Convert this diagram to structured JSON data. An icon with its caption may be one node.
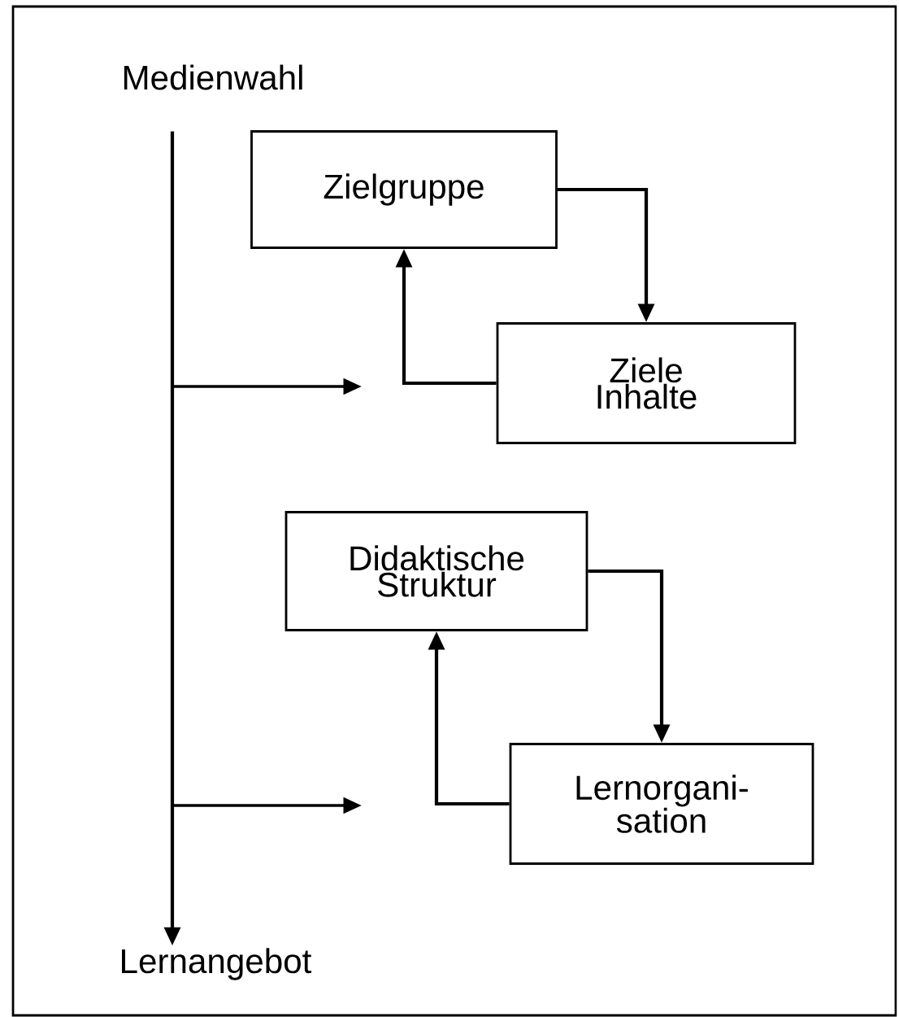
{
  "diagram": {
    "nodes": [
      {
        "text": [
          "Medienwahl"
        ]
      },
      {
        "text": [
          "Lernangebot"
        ]
      },
      {
        "text": [
          "Zielgruppe"
        ]
      },
      {
        "text": [
          "Ziele Inhalte"
        ]
      },
      {
        "text": [
          "Didaktische Struktur"
        ]
      },
      {
        "text": [
          "Lernorgani- sation"
        ]
      }
    ],
    "edges": [
      {
        "from": 0,
        "to": 1,
        "arrow": "to"
      },
      {
        "from": 2,
        "to": 3,
        "arrow": "to"
      },
      {
        "from": 3,
        "to": 2,
        "arrow": "to"
      },
      {
        "from": 4,
        "to": 5,
        "arrow": "to"
      },
      {
        "from": 5,
        "to": 4,
        "arrow": "to"
      }
    ]
  }
}
